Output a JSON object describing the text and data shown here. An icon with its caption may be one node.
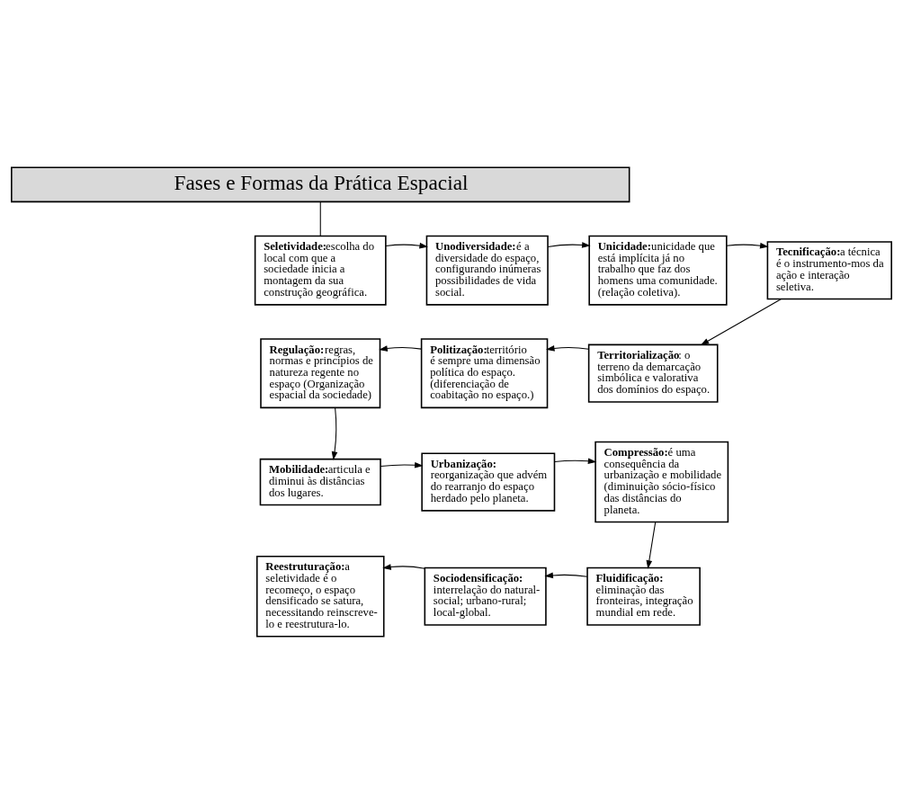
{
  "diagram": {
    "nodes": [
      {
        "text": [
          "Fases e Formas da Prática Espacial"
        ]
      },
      {
        "text": [
          "Seletividade:",
          "escolha do local com que a sociedade inicia a montagem da sua construção geográfica."
        ]
      },
      {
        "text": [
          "Unodiversidade:",
          "é a diversidade do espaço, configurando inúmeras possibilidades de vida social."
        ]
      },
      {
        "text": [
          "Unicidade:",
          "unicidade que está implícita já no trabalho que faz dos homens uma comunidade. (relação coletiva)."
        ]
      },
      {
        "text": [
          "Tecnificação:",
          "a técnica é o instrumento-mos da ação e interação seletiva."
        ]
      },
      {
        "text": [
          "Territorialização",
          ": o terreno da demarcação simbólica e valorativa dos domínios do espaço."
        ]
      },
      {
        "text": [
          "Politização:",
          "território é sempre uma dimensão política do espaço. (diferenciação de coabitação no espaço.)"
        ]
      },
      {
        "text": [
          "Regulação:",
          "regras, normas e princípios de natureza regente no espaço (Organização espacial da sociedade)"
        ]
      },
      {
        "text": [
          "Mobilidade:",
          "articula e diminui às distâncias dos lugares."
        ]
      },
      {
        "text": [
          "Urbanização:",
          "reorganização que advém do rearranjo do espaço herdado pelo planeta."
        ]
      },
      {
        "text": [
          "Compressão:",
          "é uma consequência da urbanização e mobilidade (diminuição sócio-físico das distâncias do planeta."
        ]
      },
      {
        "text": [
          "Fluidificação:",
          "eliminação das fronteiras, integração mundial em rede."
        ]
      },
      {
        "text": [
          "Sociodensificação:",
          "interrelação do natural-social; urbano-rural; local-global."
        ]
      },
      {
        "text": [
          "Reestruturação:",
          "a seletividade é o recomeço, o espaço densificado se satura, necessitando reinscreve-lo e reestrutura-lo."
        ]
      }
    ],
    "edges": [
      {
        "from": 0,
        "to": 1,
        "arrow": "none"
      },
      {
        "from": 1,
        "to": 2,
        "arrow": "to"
      },
      {
        "from": 2,
        "to": 3,
        "arrow": "to"
      },
      {
        "from": 3,
        "to": 4,
        "arrow": "to"
      },
      {
        "from": 4,
        "to": 5,
        "arrow": "to"
      },
      {
        "from": 5,
        "to": 6,
        "arrow": "to"
      },
      {
        "from": 6,
        "to": 7,
        "arrow": "to"
      },
      {
        "from": 7,
        "to": 8,
        "arrow": "to"
      },
      {
        "from": 8,
        "to": 9,
        "arrow": "to"
      },
      {
        "from": 9,
        "to": 10,
        "arrow": "to"
      },
      {
        "from": 10,
        "to": 11,
        "arrow": "to"
      },
      {
        "from": 11,
        "to": 12,
        "arrow": "to"
      },
      {
        "from": 12,
        "to": 13,
        "arrow": "to"
      }
    ]
  }
}
